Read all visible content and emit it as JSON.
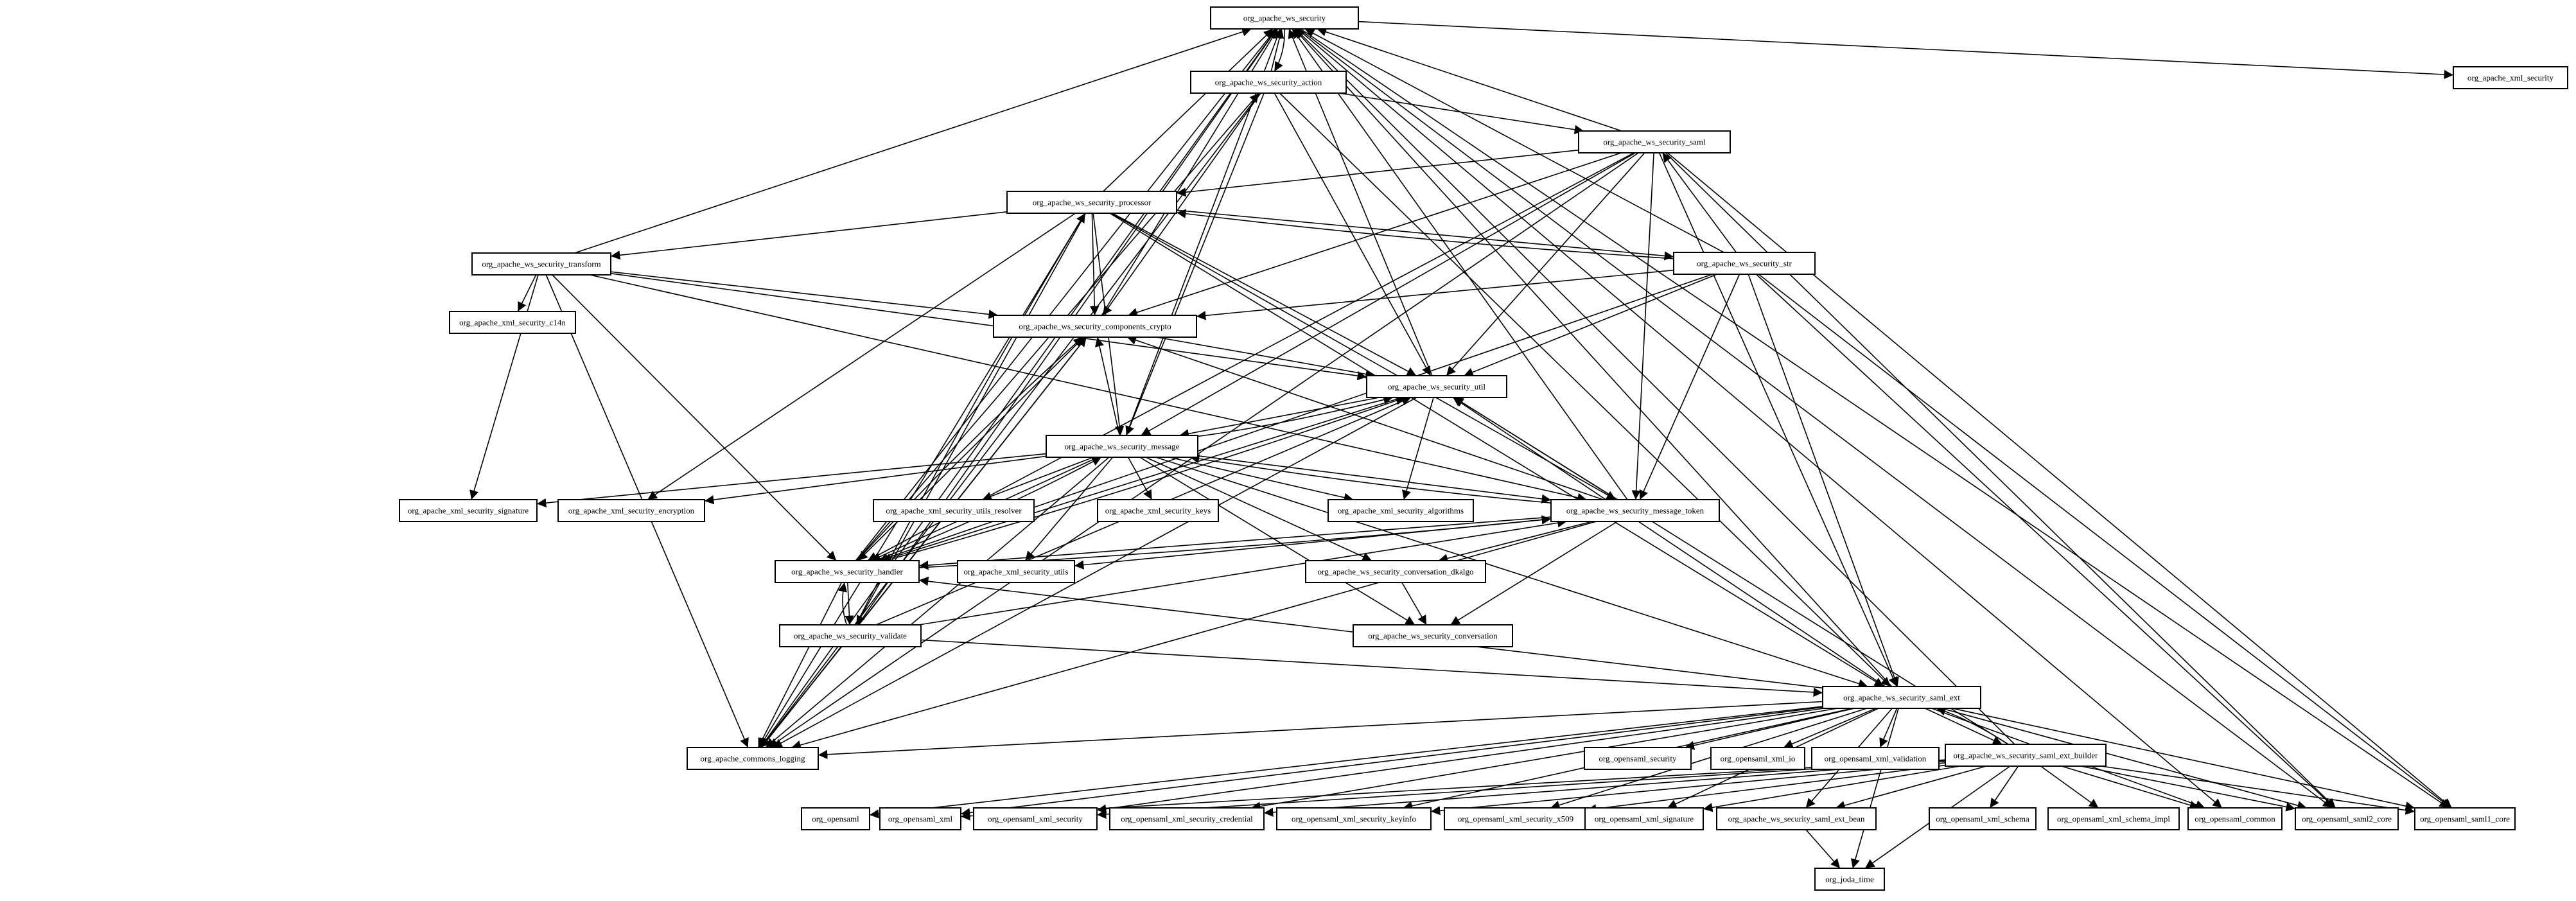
{
  "diagram": {
    "nodes": [
      {
        "id": "wss",
        "label": "org_apache_ws_security"
      },
      {
        "id": "action",
        "label": "org_apache_ws_security_action"
      },
      {
        "id": "saml",
        "label": "org_apache_ws_security_saml"
      },
      {
        "id": "xmlsec",
        "label": "org_apache_xml_security"
      },
      {
        "id": "processor",
        "label": "org_apache_ws_security_processor"
      },
      {
        "id": "str",
        "label": "org_apache_ws_security_str"
      },
      {
        "id": "transform",
        "label": "org_apache_ws_security_transform"
      },
      {
        "id": "c14n",
        "label": "org_apache_xml_security_c14n"
      },
      {
        "id": "crypto",
        "label": "org_apache_ws_security_components_crypto"
      },
      {
        "id": "util",
        "label": "org_apache_ws_security_util"
      },
      {
        "id": "message",
        "label": "org_apache_ws_security_message"
      },
      {
        "id": "xsig",
        "label": "org_apache_xml_security_signature"
      },
      {
        "id": "xenc",
        "label": "org_apache_xml_security_encryption"
      },
      {
        "id": "resolver",
        "label": "org_apache_xml_security_utils_resolver"
      },
      {
        "id": "keys",
        "label": "org_apache_xml_security_keys"
      },
      {
        "id": "algorithms",
        "label": "org_apache_xml_security_algorithms"
      },
      {
        "id": "token",
        "label": "org_apache_ws_security_message_token"
      },
      {
        "id": "handler",
        "label": "org_apache_ws_security_handler"
      },
      {
        "id": "xutils",
        "label": "org_apache_xml_security_utils"
      },
      {
        "id": "dkalgo",
        "label": "org_apache_ws_security_conversation_dkalgo"
      },
      {
        "id": "validate",
        "label": "org_apache_ws_security_validate"
      },
      {
        "id": "conversation",
        "label": "org_apache_ws_security_conversation"
      },
      {
        "id": "samlext",
        "label": "org_apache_ws_security_saml_ext"
      },
      {
        "id": "logging",
        "label": "org_apache_commons_logging"
      },
      {
        "id": "os_security",
        "label": "org_opensaml_security"
      },
      {
        "id": "os_xmlio",
        "label": "org_opensaml_xml_io"
      },
      {
        "id": "os_xmlval",
        "label": "org_opensaml_xml_validation"
      },
      {
        "id": "builder",
        "label": "org_apache_ws_security_saml_ext_builder"
      },
      {
        "id": "opensaml",
        "label": "org_opensaml"
      },
      {
        "id": "os_xml",
        "label": "org_opensaml_xml"
      },
      {
        "id": "os_xmlsec",
        "label": "org_opensaml_xml_security"
      },
      {
        "id": "os_cred",
        "label": "org_opensaml_xml_security_credential"
      },
      {
        "id": "os_keyinfo",
        "label": "org_opensaml_xml_security_keyinfo"
      },
      {
        "id": "os_x509",
        "label": "org_opensaml_xml_security_x509"
      },
      {
        "id": "os_sig",
        "label": "org_opensaml_xml_signature"
      },
      {
        "id": "bean",
        "label": "org_apache_ws_security_saml_ext_bean"
      },
      {
        "id": "os_schema",
        "label": "org_opensaml_xml_schema"
      },
      {
        "id": "os_schemaimpl",
        "label": "org_opensaml_xml_schema_impl"
      },
      {
        "id": "os_common",
        "label": "org_opensaml_common"
      },
      {
        "id": "saml2",
        "label": "org_opensaml_saml2_core"
      },
      {
        "id": "saml1",
        "label": "org_opensaml_saml1_core"
      },
      {
        "id": "joda",
        "label": "org_joda_time"
      }
    ],
    "edges": [
      [
        "action",
        "wss"
      ],
      [
        "wss",
        "action"
      ],
      [
        "action",
        "saml"
      ],
      [
        "action",
        "crypto"
      ],
      [
        "action",
        "util"
      ],
      [
        "action",
        "message"
      ],
      [
        "action",
        "logging"
      ],
      [
        "action",
        "samlext"
      ],
      [
        "saml",
        "wss"
      ],
      [
        "saml",
        "processor"
      ],
      [
        "saml",
        "crypto"
      ],
      [
        "saml",
        "util"
      ],
      [
        "saml",
        "message"
      ],
      [
        "saml",
        "token"
      ],
      [
        "saml",
        "handler"
      ],
      [
        "saml",
        "samlext"
      ],
      [
        "saml",
        "saml1"
      ],
      [
        "saml",
        "saml2"
      ],
      [
        "saml",
        "logging"
      ],
      [
        "processor",
        "wss"
      ],
      [
        "processor",
        "transform"
      ],
      [
        "processor",
        "crypto"
      ],
      [
        "processor",
        "util"
      ],
      [
        "processor",
        "message"
      ],
      [
        "processor",
        "token"
      ],
      [
        "processor",
        "str"
      ],
      [
        "processor",
        "xenc"
      ],
      [
        "processor",
        "validate"
      ],
      [
        "processor",
        "samlext"
      ],
      [
        "processor",
        "logging"
      ],
      [
        "str",
        "wss"
      ],
      [
        "str",
        "saml"
      ],
      [
        "str",
        "processor"
      ],
      [
        "str",
        "crypto"
      ],
      [
        "str",
        "util"
      ],
      [
        "str",
        "token"
      ],
      [
        "str",
        "samlext"
      ],
      [
        "str",
        "saml1"
      ],
      [
        "str",
        "saml2"
      ],
      [
        "str",
        "handler"
      ],
      [
        "transform",
        "wss"
      ],
      [
        "transform",
        "c14n"
      ],
      [
        "transform",
        "crypto"
      ],
      [
        "transform",
        "util"
      ],
      [
        "transform",
        "token"
      ],
      [
        "transform",
        "xsig"
      ],
      [
        "transform",
        "logging"
      ],
      [
        "transform",
        "handler"
      ],
      [
        "crypto",
        "wss"
      ],
      [
        "crypto",
        "util"
      ],
      [
        "crypto",
        "handler"
      ],
      [
        "crypto",
        "logging"
      ],
      [
        "util",
        "wss"
      ],
      [
        "util",
        "message"
      ],
      [
        "util",
        "algorithms"
      ],
      [
        "util",
        "handler"
      ],
      [
        "util",
        "logging"
      ],
      [
        "message",
        "wss"
      ],
      [
        "message",
        "util"
      ],
      [
        "message",
        "crypto"
      ],
      [
        "message",
        "token"
      ],
      [
        "message",
        "xsig"
      ],
      [
        "message",
        "xenc"
      ],
      [
        "message",
        "resolver"
      ],
      [
        "message",
        "keys"
      ],
      [
        "message",
        "algorithms"
      ],
      [
        "message",
        "xutils"
      ],
      [
        "message",
        "dkalgo"
      ],
      [
        "message",
        "conversation"
      ],
      [
        "message",
        "logging"
      ],
      [
        "message",
        "samlext"
      ],
      [
        "message",
        "handler"
      ],
      [
        "token",
        "wss"
      ],
      [
        "token",
        "util"
      ],
      [
        "token",
        "crypto"
      ],
      [
        "token",
        "message"
      ],
      [
        "token",
        "handler"
      ],
      [
        "token",
        "xutils"
      ],
      [
        "token",
        "dkalgo"
      ],
      [
        "token",
        "conversation"
      ],
      [
        "token",
        "logging"
      ],
      [
        "handler",
        "wss"
      ],
      [
        "handler",
        "action"
      ],
      [
        "handler",
        "crypto"
      ],
      [
        "handler",
        "util"
      ],
      [
        "handler",
        "message"
      ],
      [
        "handler",
        "validate"
      ],
      [
        "handler",
        "token"
      ],
      [
        "handler",
        "logging"
      ],
      [
        "validate",
        "wss"
      ],
      [
        "validate",
        "handler"
      ],
      [
        "validate",
        "crypto"
      ],
      [
        "validate",
        "util"
      ],
      [
        "validate",
        "token"
      ],
      [
        "validate",
        "samlext"
      ],
      [
        "validate",
        "logging"
      ],
      [
        "validate",
        "processor"
      ],
      [
        "samlext",
        "wss"
      ],
      [
        "samlext",
        "util"
      ],
      [
        "samlext",
        "handler"
      ],
      [
        "samlext",
        "builder"
      ],
      [
        "samlext",
        "logging"
      ],
      [
        "samlext",
        "os_security"
      ],
      [
        "samlext",
        "os_xmlio"
      ],
      [
        "samlext",
        "os_xmlval"
      ],
      [
        "samlext",
        "opensaml"
      ],
      [
        "samlext",
        "os_xml"
      ],
      [
        "samlext",
        "os_xmlsec"
      ],
      [
        "samlext",
        "os_cred"
      ],
      [
        "samlext",
        "os_keyinfo"
      ],
      [
        "samlext",
        "os_x509"
      ],
      [
        "samlext",
        "os_sig"
      ],
      [
        "samlext",
        "bean"
      ],
      [
        "samlext",
        "os_common"
      ],
      [
        "samlext",
        "saml2"
      ],
      [
        "samlext",
        "saml1"
      ],
      [
        "samlext",
        "joda"
      ],
      [
        "builder",
        "wss"
      ],
      [
        "builder",
        "samlext"
      ],
      [
        "builder",
        "util"
      ],
      [
        "builder",
        "bean"
      ],
      [
        "builder",
        "os_xml"
      ],
      [
        "builder",
        "os_xmlsec"
      ],
      [
        "builder",
        "os_cred"
      ],
      [
        "builder",
        "os_keyinfo"
      ],
      [
        "builder",
        "os_x509"
      ],
      [
        "builder",
        "os_sig"
      ],
      [
        "builder",
        "os_schema"
      ],
      [
        "builder",
        "os_schemaimpl"
      ],
      [
        "builder",
        "os_common"
      ],
      [
        "builder",
        "saml2"
      ],
      [
        "builder",
        "saml1"
      ],
      [
        "builder",
        "joda"
      ],
      [
        "bean",
        "joda"
      ],
      [
        "dkalgo",
        "conversation"
      ],
      [
        "wss",
        "xmlsec"
      ],
      [
        "wss",
        "logging"
      ],
      [
        "wss",
        "os_common"
      ],
      [
        "wss",
        "saml2"
      ],
      [
        "wss",
        "saml1"
      ]
    ]
  }
}
